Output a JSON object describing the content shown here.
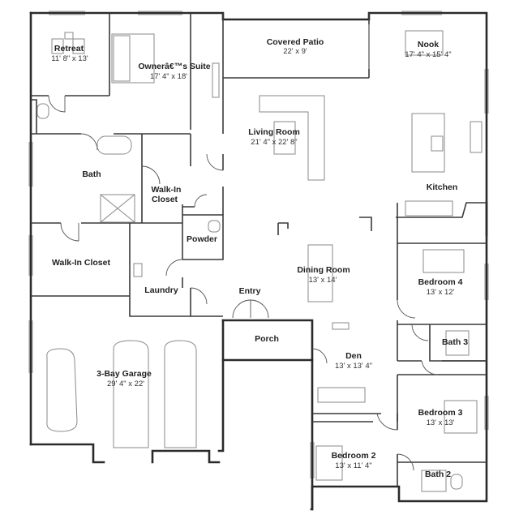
{
  "rooms": {
    "retreat": {
      "label": "Retreat",
      "dim": "11' 8\" x 13'"
    },
    "owners_suite": {
      "label": "Ownerâ€™s Suite",
      "dim": "17' 4\" x 18'"
    },
    "covered_patio": {
      "label": "Covered Patio",
      "dim": "22' x 9'"
    },
    "nook": {
      "label": "Nook",
      "dim": "17' 4\" x 15' 4\""
    },
    "living_room": {
      "label": "Living Room",
      "dim": "21' 4\" x 22' 8\""
    },
    "bath": {
      "label": "Bath"
    },
    "walkin_closet_upper": {
      "label_line1": "Walk-In",
      "label_line2": "Closet"
    },
    "kitchen": {
      "label": "Kitchen"
    },
    "powder": {
      "label": "Powder"
    },
    "walkin_closet": {
      "label": "Walk-In Closet"
    },
    "dining_room": {
      "label": "Dining Room",
      "dim": "13' x 14'"
    },
    "bedroom4": {
      "label": "Bedroom 4",
      "dim": "13' x 12'"
    },
    "laundry": {
      "label": "Laundry"
    },
    "entry": {
      "label": "Entry"
    },
    "porch": {
      "label": "Porch"
    },
    "bath3": {
      "label": "Bath 3"
    },
    "den": {
      "label": "Den",
      "dim": "13' x 13' 4\""
    },
    "garage": {
      "label": "3-Bay Garage",
      "dim": "29' 4\" x 22'"
    },
    "bedroom3": {
      "label": "Bedroom 3",
      "dim": "13' x 13'"
    },
    "bedroom2": {
      "label": "Bedroom 2",
      "dim": "13' x 11' 4\""
    },
    "bath2": {
      "label": "Bath 2"
    }
  }
}
